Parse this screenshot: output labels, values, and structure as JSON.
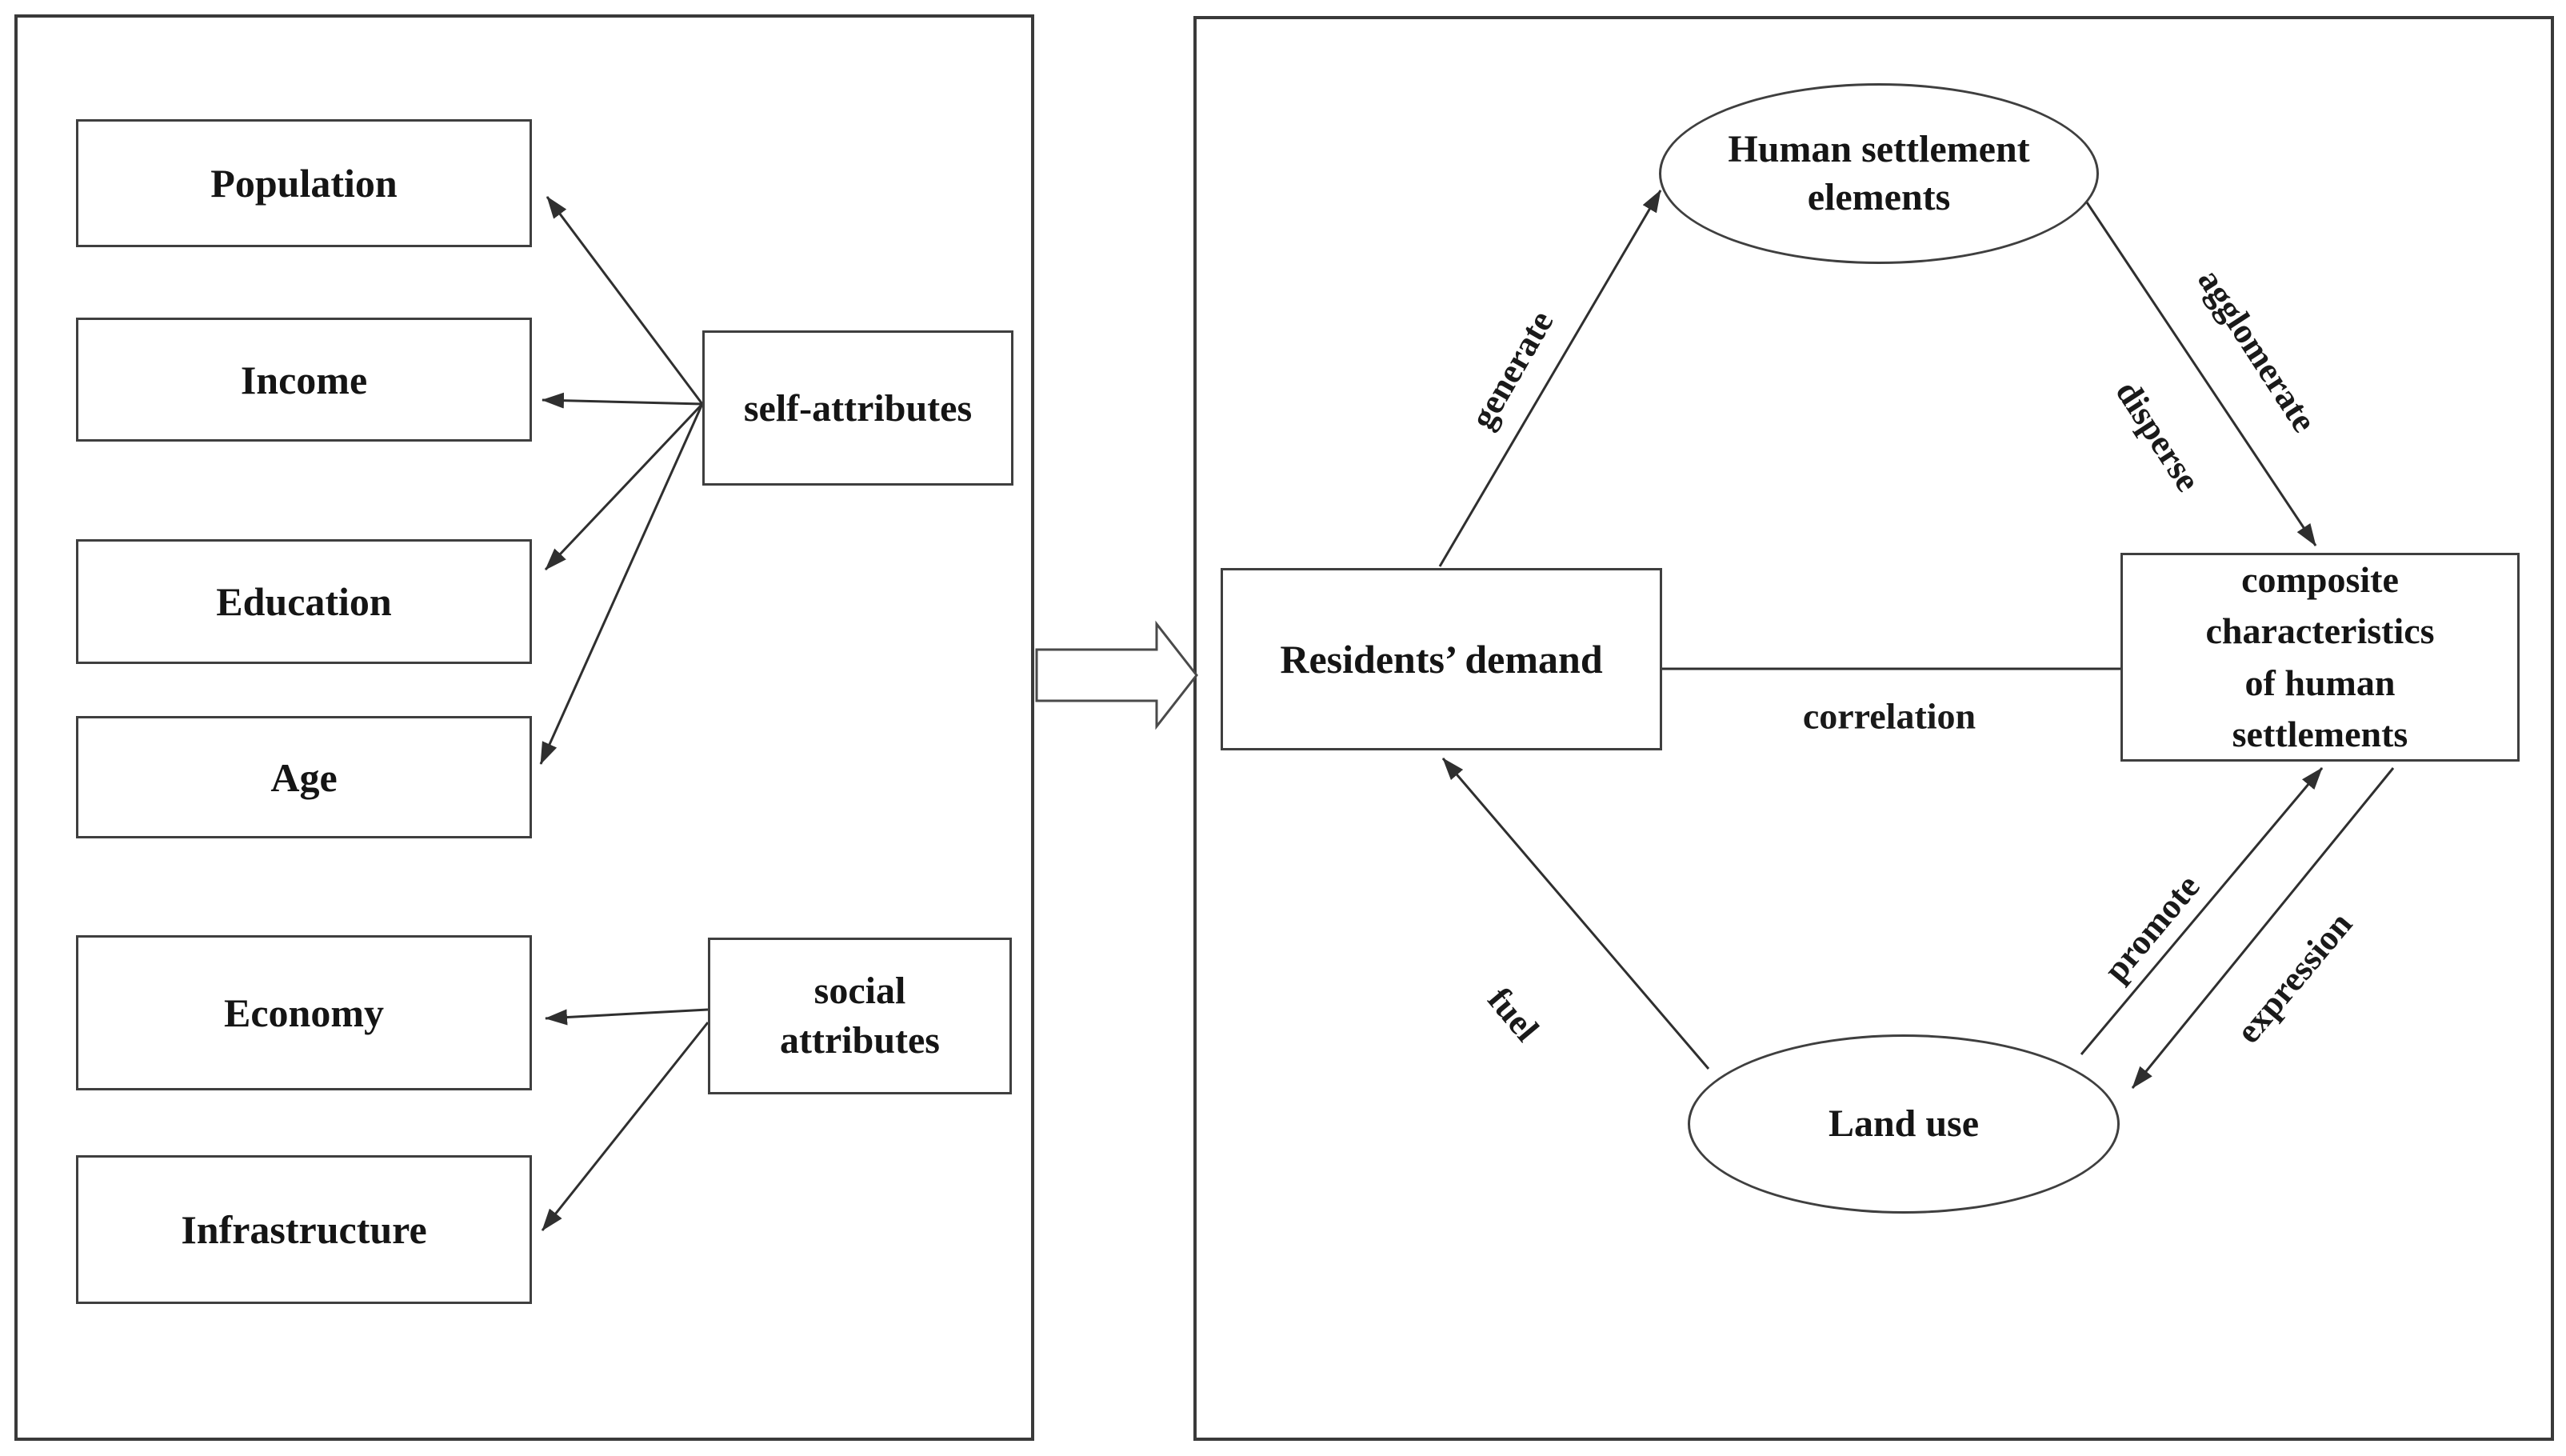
{
  "diagram": {
    "left_panel": {
      "factor_boxes": [
        "Population",
        "Income",
        "Education",
        "Age",
        "Economy",
        "Infrastructure"
      ],
      "self_attributes_label": "self-attributes",
      "social_attributes_lines": [
        "social",
        "attributes"
      ]
    },
    "right_panel": {
      "human_settlement_lines": [
        "Human settlement",
        "elements"
      ],
      "residents_demand_label": "Residents’ demand",
      "composite_lines": [
        "composite",
        "characteristics",
        "of human",
        "settlements"
      ],
      "land_use_label": "Land use",
      "edge_labels": {
        "generate": "generate",
        "agglomerate": "agglomerate",
        "disperse": "disperse",
        "correlation": "correlation",
        "promote": "promote",
        "expression": "expression",
        "fuel": "fuel"
      }
    },
    "colors": {
      "line": "#2f2f2f",
      "text": "#151515",
      "background": "#ffffff"
    }
  }
}
